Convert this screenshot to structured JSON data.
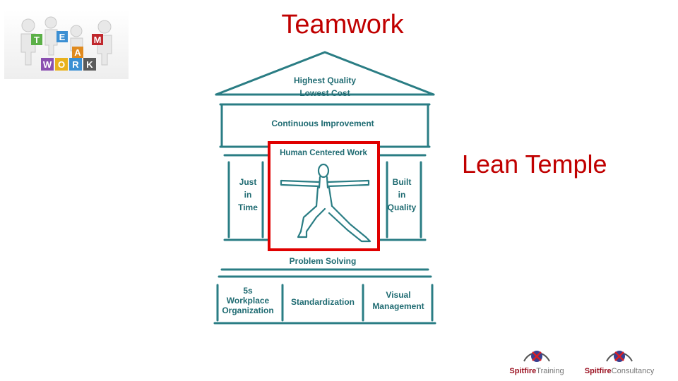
{
  "slide": {
    "title": "Teamwork",
    "side_label": "Lean Temple"
  },
  "team_logo": {
    "letters_top": [
      "T",
      "E",
      "A",
      "M"
    ],
    "letters_bottom": [
      "W",
      "O",
      "R",
      "K"
    ]
  },
  "temple": {
    "roof_line1": "Highest Quality",
    "roof_line2": "Lowest Cost",
    "beam": "Continuous Improvement",
    "center_title": "Human Centered Work",
    "left_pillar": [
      "Just",
      "in",
      "Time"
    ],
    "right_pillar": [
      "Built",
      "in",
      "Quality"
    ],
    "base_beam": "Problem Solving",
    "foundation_left": [
      "5s",
      "Workplace",
      "Organization"
    ],
    "foundation_center": "Standardization",
    "foundation_right": [
      "Visual",
      "Management"
    ],
    "accent_color": "#1f6b72",
    "highlight_color": "#e00000"
  },
  "brands": [
    {
      "bold": "Spitfire",
      "rest": "Training"
    },
    {
      "bold": "Spitfire",
      "rest": "Consultancy"
    }
  ]
}
